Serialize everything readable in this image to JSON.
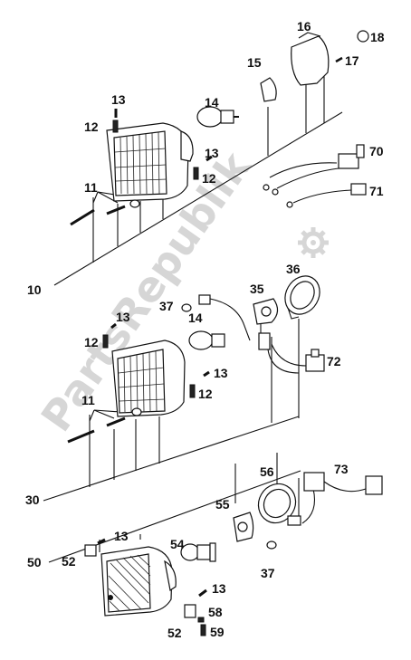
{
  "watermark": {
    "text": "PartsRepublik",
    "color": "#d6d6d6"
  },
  "callouts": {
    "c18": "18",
    "c16": "16",
    "c17": "17",
    "c15": "15",
    "c13a": "13",
    "c12a": "12",
    "c14a": "14",
    "c13b": "13",
    "c12b": "12",
    "c70": "70",
    "c11a": "11",
    "c71": "71",
    "c10": "10",
    "c36": "36",
    "c37a": "37",
    "c35": "35",
    "c13c": "13",
    "c14b": "14",
    "c12c": "12",
    "c72": "72",
    "c13d": "13",
    "c12d": "12",
    "c11b": "11",
    "c30": "30",
    "c56": "56",
    "c73": "73",
    "c55": "55",
    "c13e": "13",
    "c54": "54",
    "c52a": "52",
    "c50": "50",
    "c37b": "37",
    "c13f": "13",
    "c58": "58",
    "c52b": "52",
    "c59": "59"
  },
  "icons": {
    "gear": "gear-icon"
  }
}
